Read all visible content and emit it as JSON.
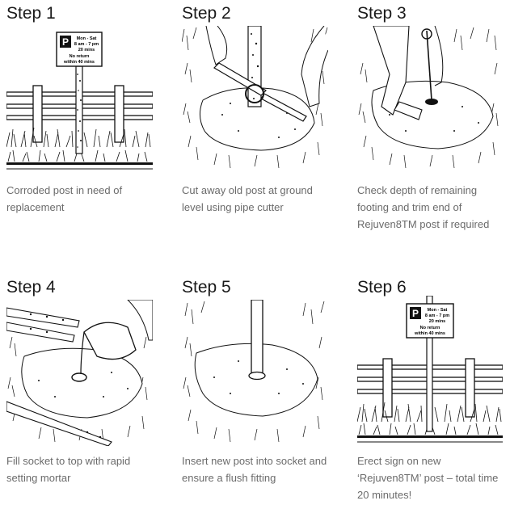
{
  "steps": [
    {
      "title": "Step 1",
      "caption": "Corroded post in need of replacement",
      "illustration": "corroded-post-illustration"
    },
    {
      "title": "Step 2",
      "caption": "Cut away old post at ground level using pipe cutter",
      "illustration": "pipe-cutter-illustration"
    },
    {
      "title": "Step 3",
      "caption": "Check depth of remaining footing and trim end of Rejuven8TM post if required",
      "illustration": "check-depth-illustration"
    },
    {
      "title": "Step 4",
      "caption": "Fill socket to top with rapid setting mortar",
      "illustration": "fill-mortar-illustration"
    },
    {
      "title": "Step 5",
      "caption": "Insert new post into socket and ensure a flush fitting",
      "illustration": "insert-post-illustration"
    },
    {
      "title": "Step 6",
      "caption": "Erect sign on new ‘Rejuven8TM’ post – total time 20 minutes!",
      "illustration": "erected-sign-illustration"
    }
  ],
  "parking_sign": {
    "symbol": "P",
    "days": "Mon - Sat",
    "hours": "8 am - 7 pm",
    "duration": "20 mins",
    "no_return_line1": "No return",
    "no_return_line2": "within 40 mins"
  }
}
